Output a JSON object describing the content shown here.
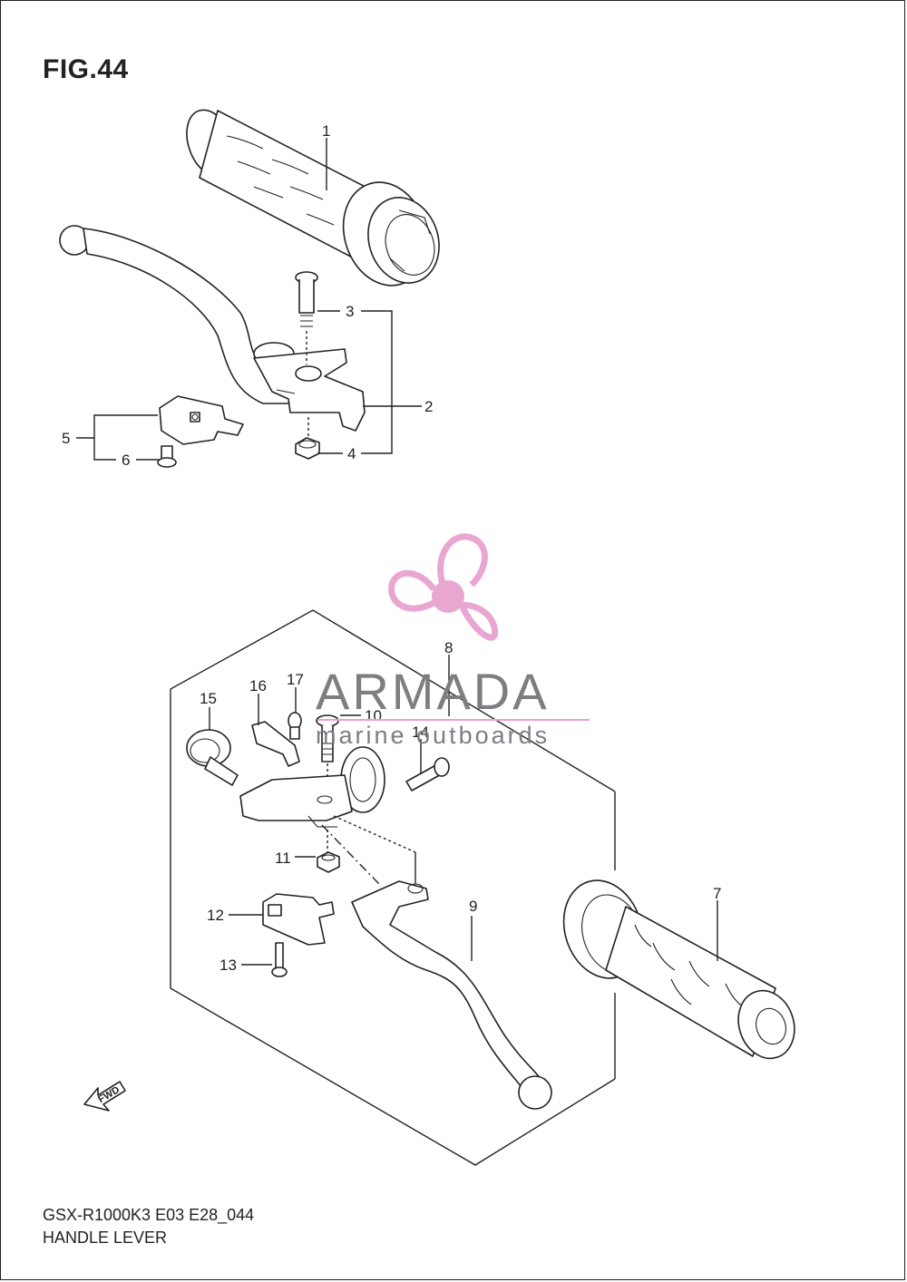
{
  "figure": {
    "title": "FIG.44",
    "model_code": "GSX-R1000K3 E03 E28_044",
    "name": "HANDLE LEVER"
  },
  "callouts": [
    "1",
    "2",
    "3",
    "4",
    "5",
    "6",
    "7",
    "8",
    "9",
    "10",
    "11",
    "12",
    "13",
    "14",
    "15",
    "16",
    "17"
  ],
  "fwd_arrow_label": "FWD",
  "watermark": {
    "name": "ARMADA",
    "tagline": "marine outboards",
    "logo_color": "#e8a2cf",
    "text_color": "#7d7d82"
  },
  "colors": {
    "line": "#222222",
    "background": "#ffffff"
  }
}
